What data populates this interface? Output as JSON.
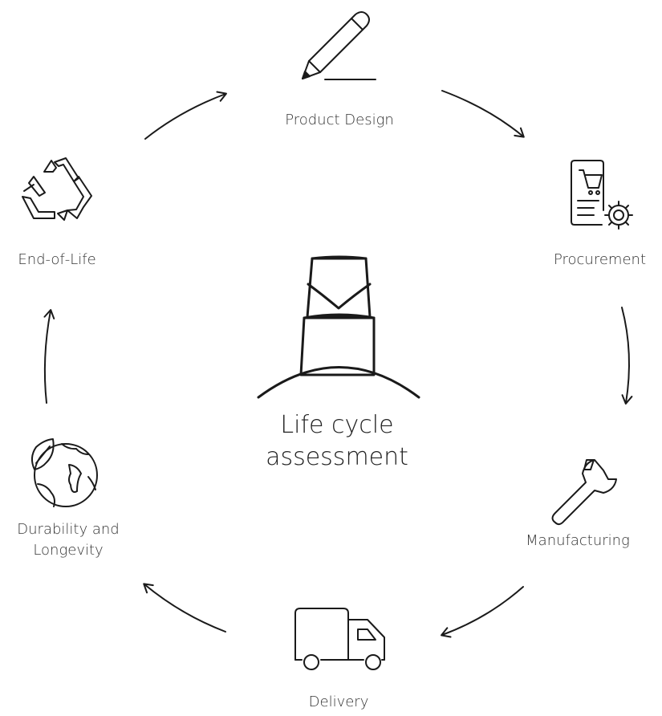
{
  "colors": {
    "stroke": "#1a1a1a",
    "text": "#333333",
    "background": "#ffffff"
  },
  "center": {
    "line1": "Life cycle",
    "line2": "assessment",
    "icon": "pencil-tip-icon"
  },
  "stages": [
    {
      "id": "product-design",
      "label": "Product Design",
      "icon": "pencil-icon"
    },
    {
      "id": "procurement",
      "label": "Procurement",
      "icon": "shopping-cart-document-gear-icon"
    },
    {
      "id": "manufacturing",
      "label": "Manufacturing",
      "icon": "wrench-icon"
    },
    {
      "id": "delivery",
      "label": "Delivery",
      "icon": "truck-icon"
    },
    {
      "id": "durability",
      "label_line1": "Durability and",
      "label_line2": "Longevity",
      "icon": "globe-leaf-icon"
    },
    {
      "id": "end-of-life",
      "label": "End-of-Life",
      "icon": "recycle-icon"
    }
  ]
}
